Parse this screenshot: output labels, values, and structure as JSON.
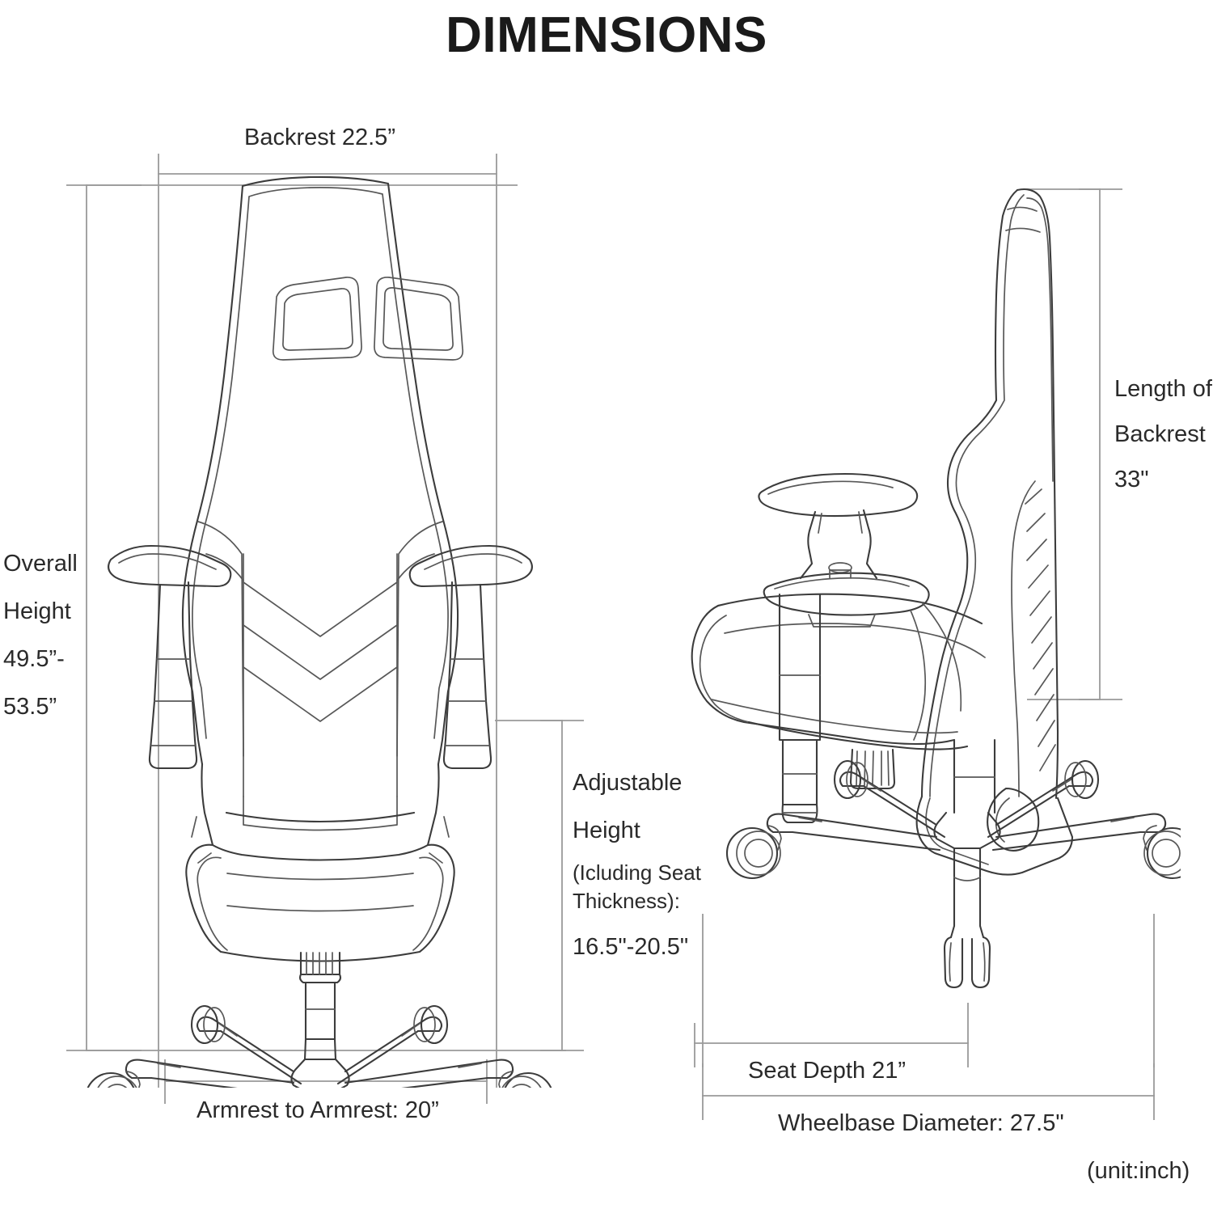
{
  "title": "DIMENSIONS",
  "unit_note": "(unit:inch)",
  "views": {
    "front": {
      "name": "front-view-gaming-chair"
    },
    "side": {
      "name": "side-view-gaming-chair"
    }
  },
  "dimensions": {
    "backrest_width": {
      "label": "Backrest 22.5”",
      "name": "backrest-width-dimension",
      "value": 22.5,
      "unit": "inch"
    },
    "overall_height": {
      "line1": "Overall",
      "line2": "Height",
      "line3": "49.5”-",
      "line4": "53.5”",
      "name": "overall-height-dimension",
      "min": 49.5,
      "max": 53.5,
      "unit": "inch"
    },
    "armrest_to_armrest": {
      "label": "Armrest to Armrest: 20”",
      "name": "armrest-to-armrest-dimension",
      "value": 20,
      "unit": "inch"
    },
    "adjustable_height": {
      "line1": "Adjustable",
      "line2": "Height",
      "line3": "(Icluding Seat",
      "line4": "Thickness):",
      "line5": "16.5\"-20.5\"",
      "name": "adjustable-height-dimension",
      "min": 16.5,
      "max": 20.5,
      "unit": "inch"
    },
    "length_of_backrest": {
      "line1": "Length of",
      "line2": "Backrest",
      "line3": "33\"",
      "name": "length-of-backrest-dimension",
      "value": 33,
      "unit": "inch"
    },
    "seat_depth": {
      "label": "Seat Depth 21”",
      "name": "seat-depth-dimension",
      "value": 21,
      "unit": "inch"
    },
    "wheelbase_diameter": {
      "label": "Wheelbase Diameter: 27.5\"",
      "name": "wheelbase-diameter-dimension",
      "value": 27.5,
      "unit": "inch"
    }
  },
  "colors": {
    "background": "#ffffff",
    "line": "#3c3c3c",
    "dimension_line": "#9a9a9a",
    "text": "#2a2a2a",
    "title": "#1a1a1a"
  }
}
